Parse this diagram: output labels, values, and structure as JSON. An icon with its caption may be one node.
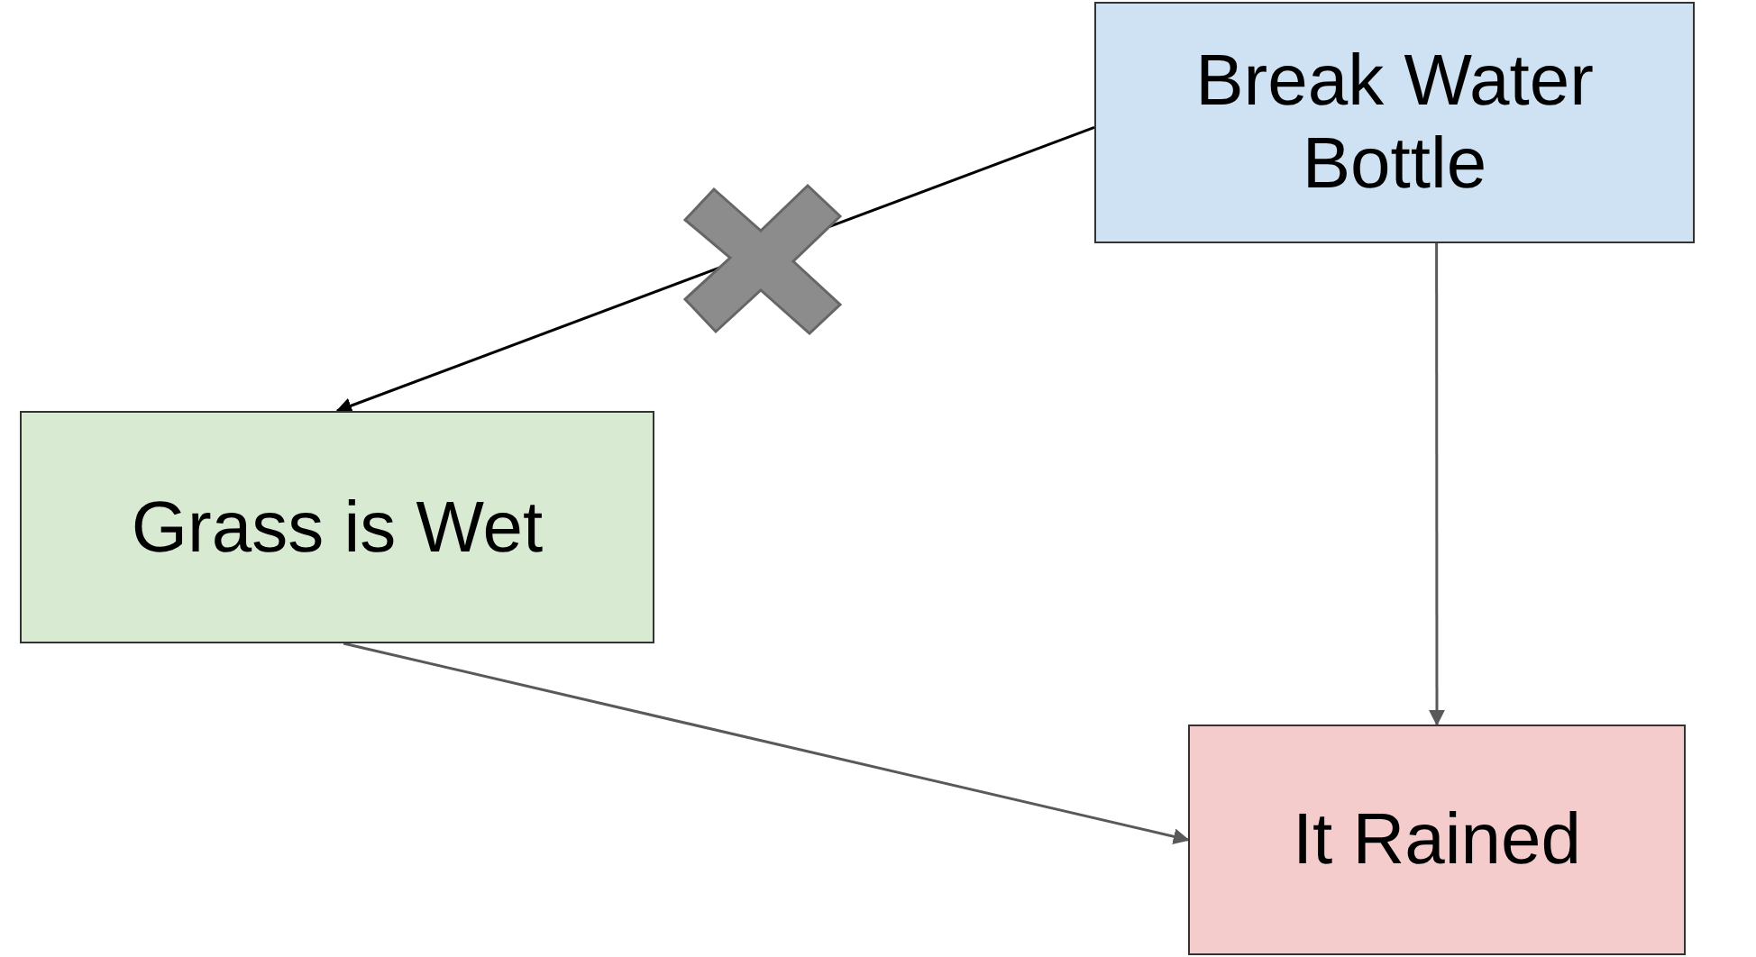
{
  "diagram": {
    "nodes": [
      {
        "text": [
          "Break Water Bottle"
        ]
      },
      {
        "text": [
          "Grass is Wet"
        ]
      },
      {
        "text": [
          "It Rained"
        ]
      }
    ],
    "edges": [
      {
        "from": 0,
        "to": 1,
        "arrow": "to",
        "color": "#000000"
      },
      {
        "from": 0,
        "to": 2,
        "arrow": "to"
      },
      {
        "from": 1,
        "to": 2,
        "arrow": "to"
      }
    ]
  }
}
